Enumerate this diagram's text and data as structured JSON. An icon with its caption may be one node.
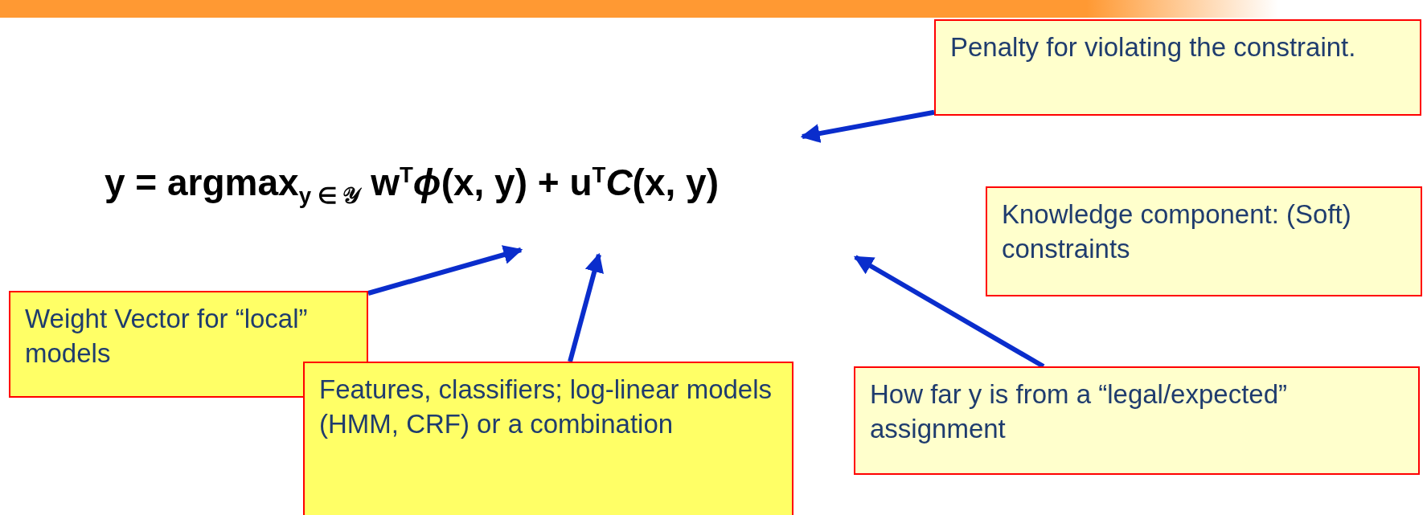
{
  "diagram": {
    "nodes": [
      {
        "text": [
          "Penalty for violating the constraint."
        ]
      },
      {
        "text": [
          "Knowledge component: (Soft) constraints"
        ]
      },
      {
        "text": [
          "Weight Vector for “local” models"
        ]
      },
      {
        "text": [
          "Features, classifiers; log-linear models  (HMM, CRF) or a combination"
        ]
      },
      {
        "text": [
          "How far y is from a “legal/expected” assignment"
        ]
      }
    ],
    "edges": [
      {
        "from": 0,
        "to": null,
        "arrow": "to"
      },
      {
        "from": 2,
        "to": null,
        "arrow": "to"
      },
      {
        "from": 3,
        "to": null,
        "arrow": "to"
      },
      {
        "from": 4,
        "to": null,
        "arrow": "to"
      }
    ],
    "labels": [
      "y = argmax$_{y ∈ 𝒴}$ w$^{T}$*ϕ*(x, y) + u$^{T}$*C*(x, y)"
    ]
  }
}
